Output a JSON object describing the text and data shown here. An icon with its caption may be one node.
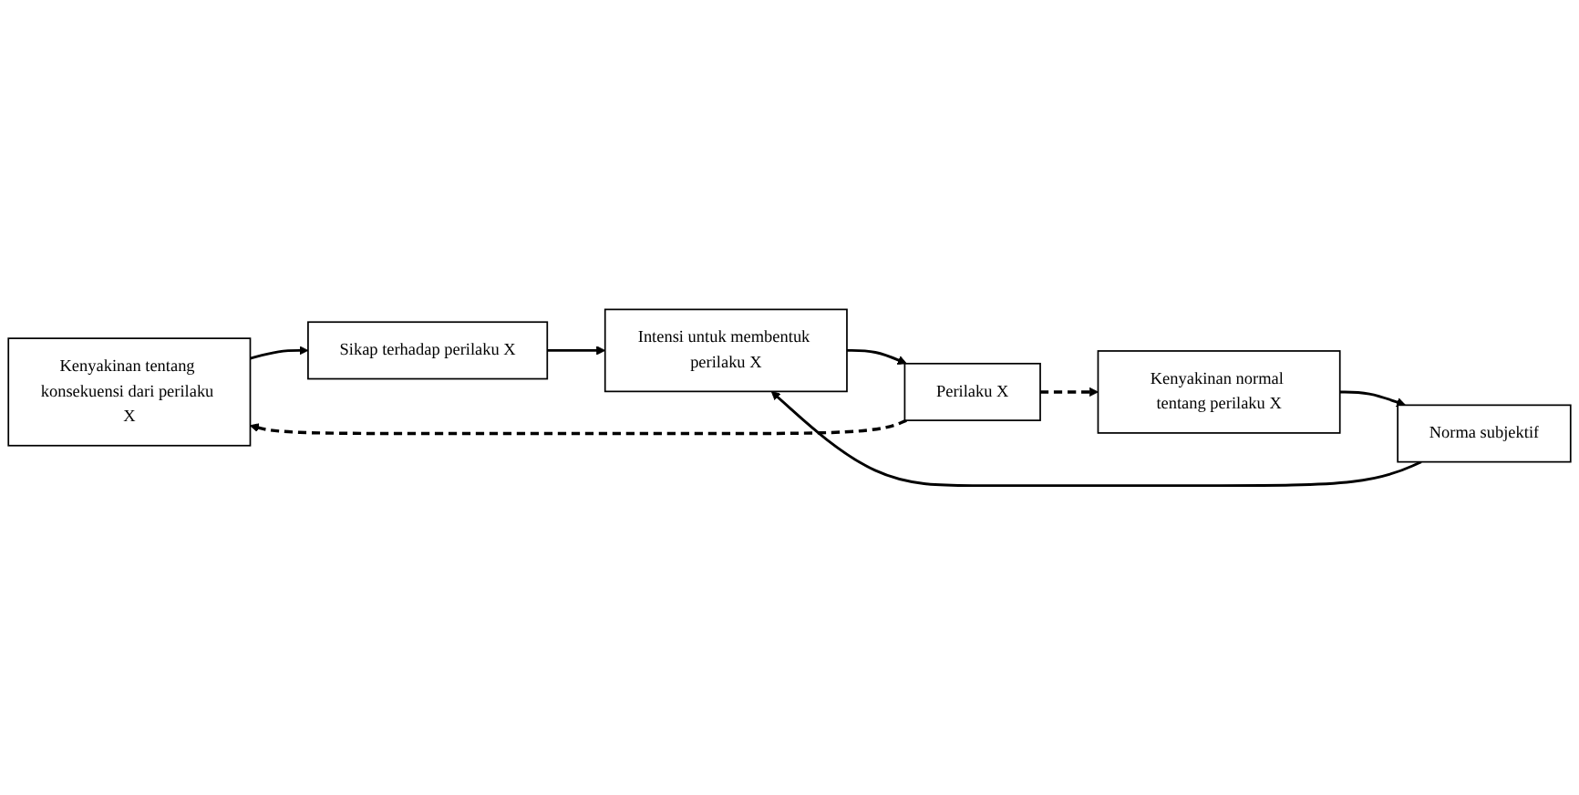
{
  "diagram": {
    "nodes": [
      {
        "text": [
          "Kenyakinan tentang konsekuensi dari perilaku X"
        ]
      },
      {
        "text": [
          "Sikap terhadap perilaku X"
        ]
      },
      {
        "text": [
          "Intensi untuk membentuk perilaku X"
        ]
      },
      {
        "text": [
          "Kenyakinan normal tentang perilaku X"
        ]
      },
      {
        "text": [
          "Norma subjektif"
        ]
      },
      {
        "text": [
          "Perilaku X"
        ]
      }
    ],
    "edges": [
      {
        "from": 0,
        "to": 1,
        "arrow": "to"
      },
      {
        "from": 1,
        "to": 2,
        "arrow": "to"
      },
      {
        "from": 3,
        "to": 4,
        "arrow": "to"
      },
      {
        "from": 4,
        "to": 2,
        "arrow": "to"
      },
      {
        "from": 2,
        "to": 5,
        "arrow": "to"
      },
      {
        "from": 5,
        "to": 0,
        "arrow": "to",
        "style": "dashed"
      },
      {
        "from": 5,
        "to": 3,
        "arrow": "to",
        "style": "dashed"
      }
    ]
  }
}
